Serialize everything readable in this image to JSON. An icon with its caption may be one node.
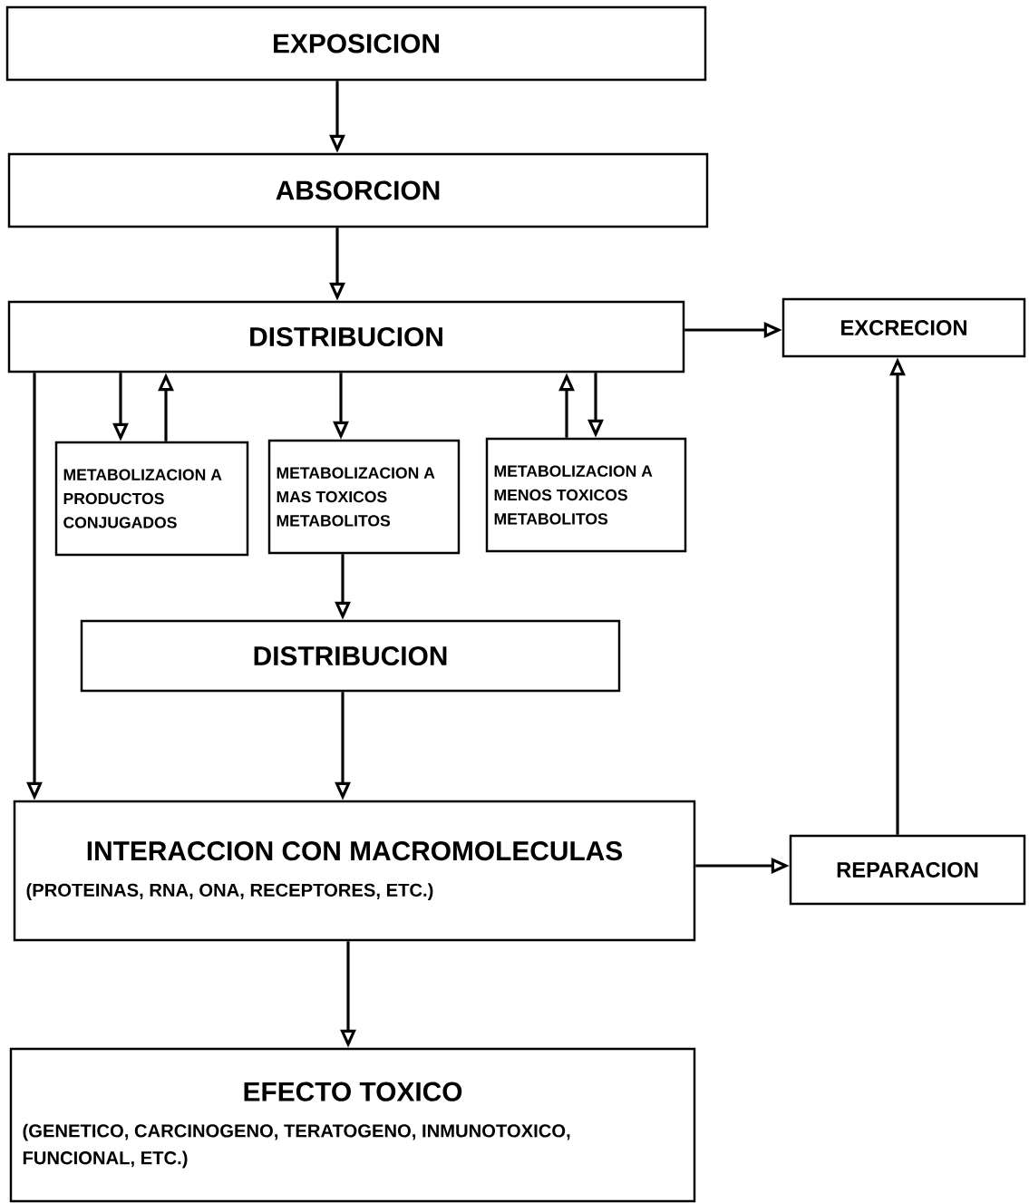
{
  "diagram": {
    "nodes": [
      {
        "text": [
          "EXPOSICION"
        ]
      },
      {
        "text": [
          "ABSORCION"
        ]
      },
      {
        "text": [
          "DISTRIBUCION"
        ]
      },
      {
        "text": [
          "EXCRECION"
        ]
      },
      {
        "text": [
          "METABOLIZACION A PRODUCTOS CONJUGADOS"
        ]
      },
      {
        "text": [
          "METABOLIZACION A MAS TOXICOS METABOLITOS"
        ]
      },
      {
        "text": [
          "METABOLIZACION A MENOS TOXICOS METABOLITOS"
        ]
      },
      {
        "text": [
          "DISTRIBUCION"
        ]
      },
      {
        "text": [
          "INTERACCION CON MACROMOLECULAS",
          "(PROTEINAS, RNA, ONA, RECEPTORES, ETC.)"
        ]
      },
      {
        "text": [
          "REPARACION"
        ]
      },
      {
        "text": [
          "EFECTO TOXICO",
          "(GENETICO, CARCINOGENO, TERATOGENO, INMUNOTOXICO, FUNCIONAL, ETC.)"
        ]
      }
    ],
    "edges": [
      {
        "from": 0,
        "to": 1,
        "arrow": "to"
      },
      {
        "from": 1,
        "to": 2,
        "arrow": "to"
      },
      {
        "from": 2,
        "to": 3,
        "arrow": "to"
      },
      {
        "from": 2,
        "to": 4,
        "arrow": "to"
      },
      {
        "from": 4,
        "to": 2,
        "arrow": "to"
      },
      {
        "from": 2,
        "to": 5,
        "arrow": "to"
      },
      {
        "from": 6,
        "to": 2,
        "arrow": "to"
      },
      {
        "from": 2,
        "to": 6,
        "arrow": "to"
      },
      {
        "from": 5,
        "to": 7,
        "arrow": "to"
      },
      {
        "from": 2,
        "to": 8,
        "arrow": "to"
      },
      {
        "from": 7,
        "to": 8,
        "arrow": "to"
      },
      {
        "from": 8,
        "to": 9,
        "arrow": "to"
      },
      {
        "from": 9,
        "to": 3,
        "arrow": "to"
      },
      {
        "from": 8,
        "to": 10,
        "arrow": "to"
      }
    ]
  }
}
